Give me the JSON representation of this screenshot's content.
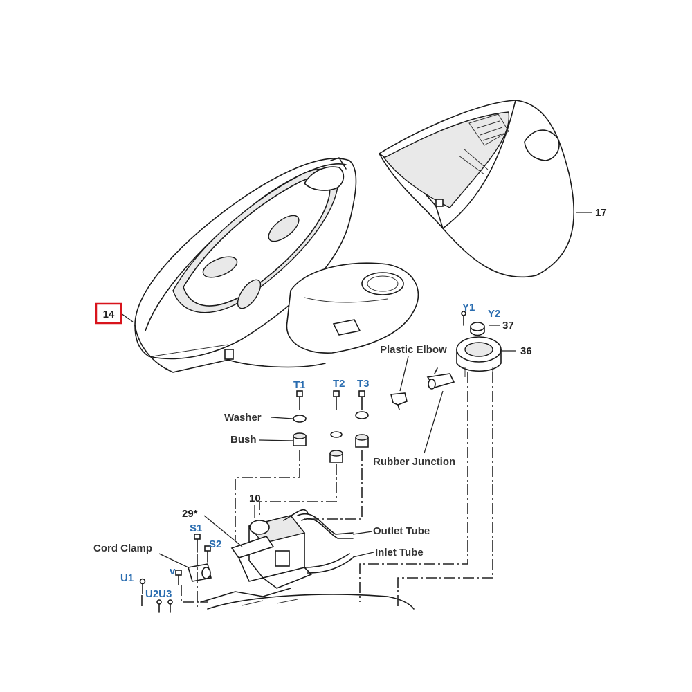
{
  "diagram": {
    "part_numbers": {
      "p14": "14",
      "p17": "17",
      "p37": "37",
      "p36": "36",
      "p10": "10",
      "p29": "29*"
    },
    "part_codes": {
      "y1": "Y1",
      "y2": "Y2",
      "t1": "T1",
      "t2": "T2",
      "t3": "T3",
      "s1": "S1",
      "s2": "S2",
      "v": "v",
      "u1": "U1",
      "u2u3": "U2U3"
    },
    "part_names": {
      "plastic_elbow": "Plastic Elbow",
      "washer": "Washer",
      "bush": "Bush",
      "rubber_junction": "Rubber Junction",
      "outlet_tube": "Outlet Tube",
      "inlet_tube": "Inlet Tube",
      "cord_clamp": "Cord Clamp"
    },
    "highlighted_part": "14",
    "colors": {
      "highlight": "#d8141c",
      "code_text": "#2a6db0",
      "label_text": "#333333",
      "line": "#1a1a1a"
    }
  }
}
